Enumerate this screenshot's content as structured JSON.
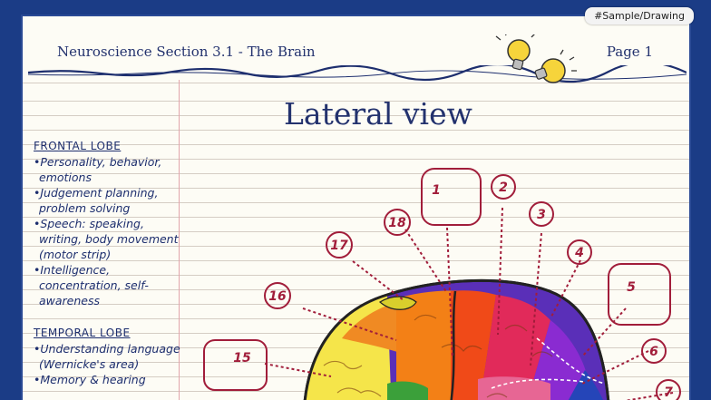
{
  "badge": "#Sample/Drawing",
  "header": {
    "title": "Neuroscience Section 3.1 - The Brain",
    "page": "Page 1"
  },
  "heading": "Lateral view",
  "notes": {
    "frontal": {
      "title": "FRONTAL LOBE",
      "items": [
        "•Personality, behavior, emotions",
        "•Judgement planning, problem solving",
        "•Speech: speaking, writing, body movement (motor strip)",
        "•Intelligence, concentration, self-awareness"
      ]
    },
    "temporal": {
      "title": "TEMPORAL LOBE",
      "items": [
        "•Understanding language (Wernicke's area)",
        "•Memory & hearing"
      ]
    }
  },
  "labels": [
    "1",
    "2",
    "3",
    "4",
    "5",
    "6",
    "7",
    "15",
    "16",
    "17",
    "18"
  ],
  "colors": {
    "ink": "#23326e",
    "label": "#a11d3a",
    "paper": "#fdfcf5",
    "frame": "#1b3c86"
  }
}
